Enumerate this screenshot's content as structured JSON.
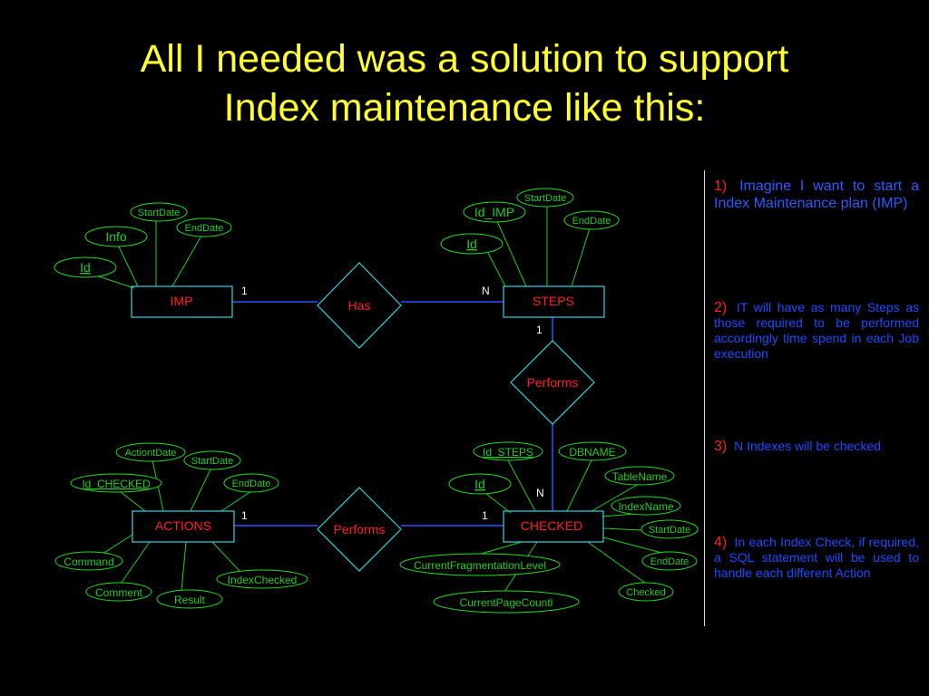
{
  "title": {
    "line1": "All I needed was a solution to support",
    "line2": "Index maintenance like this:"
  },
  "diagram": {
    "entities": {
      "imp": "IMP",
      "steps": "STEPS",
      "actions": "ACTIONS",
      "checked": "CHECKED"
    },
    "relationships": {
      "has": "Has",
      "performs_steps": "Performs",
      "performs_actions": "Performs"
    },
    "cardinalities": {
      "imp_has": "1",
      "has_steps": "N",
      "steps_performs": "1",
      "performs_checked": "N",
      "actions_performs": "1",
      "performs_checked_left": "1"
    },
    "attributes": {
      "imp": [
        "Id",
        "Info",
        "StartDate",
        "EndDate"
      ],
      "steps": [
        "Id",
        "Id_IMP",
        "StartDate",
        "EndDate"
      ],
      "actions": [
        "ActiontDate",
        "StartDate",
        "Id_CHECKED",
        "EndDate",
        "Command",
        "Comment",
        "Result",
        "IndexChecked"
      ],
      "checked": [
        "Id_STEPS",
        "DBNAME",
        "Id",
        "TableName",
        "IndexName",
        "StartDate",
        "EndDate",
        "Checked",
        "CurrentFragmentationLevel",
        "CurrentPageCountl"
      ]
    }
  },
  "notes": [
    {
      "num": "1)",
      "text": "Imagine I want to start a Index Maintenance plan (IMP)"
    },
    {
      "num": "2)",
      "text": "IT will have as many Steps as those required to be performed accordingly time spend in each Job execution"
    },
    {
      "num": "3)",
      "text": "N Indexes will be checked"
    },
    {
      "num": "4)",
      "text": "In each Index Check, if required, a SQL statement will be used to handle each different Action"
    }
  ],
  "colors": {
    "title": "#ffff33",
    "entity_border": "#33d6e0",
    "entity_text": "#ff2020",
    "attribute_border": "#22dd22",
    "attribute_text": "#22cc22",
    "relationship_border": "#33d6e0",
    "line_blue": "#3050ff",
    "note_text": "#1a4dff",
    "note_number": "#ff2020"
  }
}
